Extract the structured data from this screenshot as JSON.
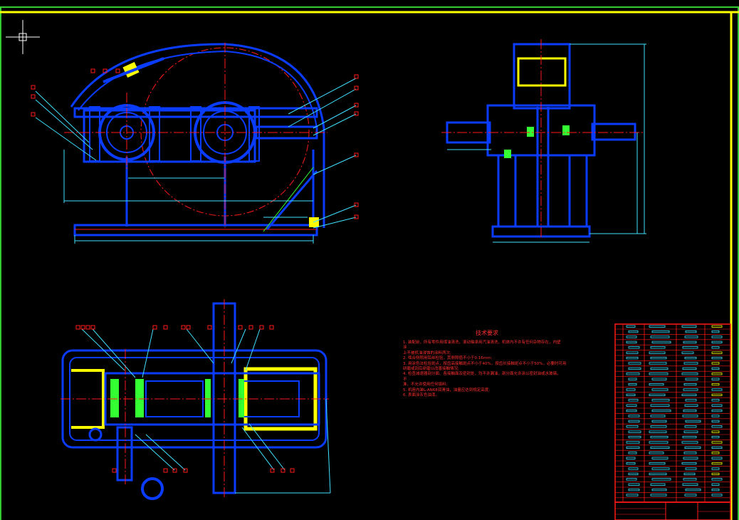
{
  "colors": {
    "background": "#000000",
    "border_green": "#33cc33",
    "border_yellow": "#ffff00",
    "outline_blue": "#0a3cff",
    "center_red": "#ff1a1a",
    "dim_cyan": "#40e0ff",
    "green": "#33ff33",
    "yellow": "#ffff00",
    "white": "#ffffff"
  },
  "tech_requirements": {
    "title": "技术要求",
    "lines": [
      "1. 装配前，所有零件用煤油清洗，滚动轴承用汽油清洗，机体内不许有任何杂物存在，内壁",
      "涂",
      "   上不被机油浸蚀的涂料两次;",
      "2. 啮合侧隙用铅丝检验，其侧隙值不小于0.16mm;",
      "3. 用涂色法检验斑点，按齿高接触斑点不小于40%，按齿长接触斑点不小于50%，必要时可用",
      "   研磨或刮后研磨以改善接触情况;",
      "4. 检查减速器剖分面、各接触面及密封处，均不许漏油，剖分面允许涂以密封油或水玻璃，",
      "不",
      "   准，不允许使用任何填料;",
      "5. 机座内装L-AN68润滑油，油量应达到规定高度;",
      "6. 表面涂灰色油漆。"
    ]
  }
}
